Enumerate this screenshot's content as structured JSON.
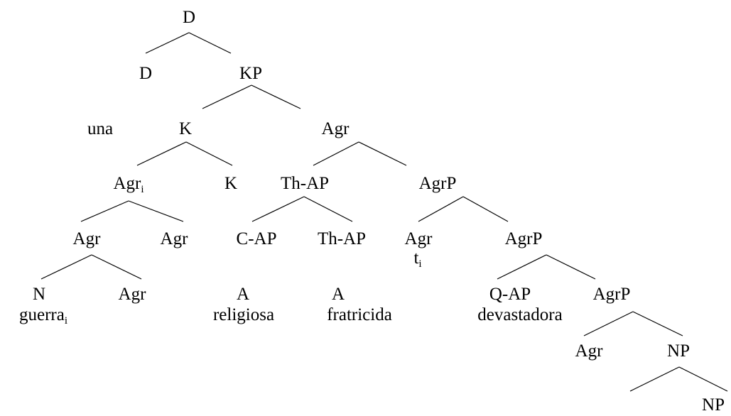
{
  "tree": {
    "root_d": "D",
    "d": "D",
    "kp": "KP",
    "una": "una",
    "k_upper": "K",
    "agr_upper": "Agr",
    "agr_i": {
      "text": "Agr",
      "sub": "i"
    },
    "k_lower": "K",
    "th_ap_upper": "Th-AP",
    "agrp_1": "AgrP",
    "agr_l4a": "Agr",
    "agr_l4b": "Agr",
    "c_ap": "C-AP",
    "th_ap_lower": "Th-AP",
    "agr_trace": "Agr",
    "trace": {
      "text": "t",
      "sub": "i"
    },
    "agrp_2": "AgrP",
    "n": "N",
    "guerra": {
      "text": "guerra",
      "sub": "i"
    },
    "agr_l5": "Agr",
    "a_1": "A",
    "religiosa": "religiosa",
    "a_2": "A",
    "fratricida": "fratricida",
    "q_ap": "Q-AP",
    "devastadora": "devastadora",
    "agrp_3": "AgrP",
    "agr_l6": "Agr",
    "np_1": "NP",
    "np_2": "NP"
  }
}
